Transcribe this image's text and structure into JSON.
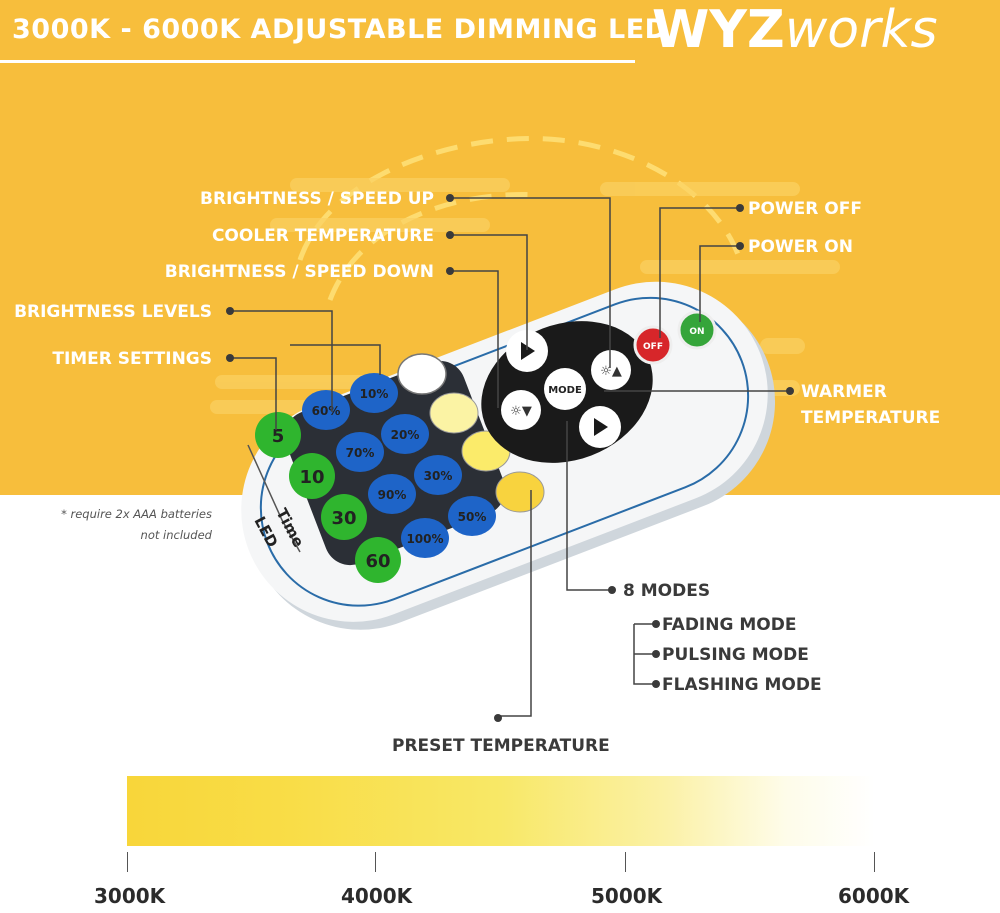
{
  "header": {
    "headline": "3000K - 6000K ADJUSTABLE DIMMING LED",
    "brand_bold": "WYZ",
    "brand_light": "works"
  },
  "callouts": {
    "brightness_up": "BRIGHTNESS / SPEED UP",
    "cooler_temp": "COOLER TEMPERATURE",
    "brightness_down": "BRIGHTNESS / SPEED DOWN",
    "brightness_levels": "BRIGHTNESS LEVELS",
    "timer_settings": "TIMER SETTINGS",
    "power_off": "POWER OFF",
    "power_on": "POWER ON",
    "warmer_temp_line1": "WARMER",
    "warmer_temp_line2": "TEMPERATURE",
    "modes": "8 MODES",
    "fading": "FADING MODE",
    "pulsing": "PULSING MODE",
    "flashing": "FLASHING MODE",
    "preset_temp": "PRESET TEMPERATURE"
  },
  "battery_note": {
    "line1": "* require 2x AAA batteries",
    "line2": "not included"
  },
  "remote": {
    "timer_buttons": [
      "5",
      "10",
      "30",
      "60"
    ],
    "brightness_buttons": [
      "10%",
      "20%",
      "30%",
      "50%",
      "60%",
      "70%",
      "90%",
      "100%"
    ],
    "mode_label": "MODE",
    "off_label": "OFF",
    "on_label": "ON",
    "time_label": "Time",
    "led_label": "LED"
  },
  "temperature_scale": {
    "ticks": [
      "3000K",
      "4000K",
      "5000K",
      "6000K"
    ],
    "gradient_colors": [
      "#f8d63a",
      "#f8e867",
      "#ffffff"
    ]
  },
  "colors": {
    "background_accent": "#f7be3c",
    "timer_green": "#2fb52e",
    "brightness_blue": "#1e64c8",
    "power_off_red": "#d7262a",
    "power_on_green": "#35a53a"
  }
}
